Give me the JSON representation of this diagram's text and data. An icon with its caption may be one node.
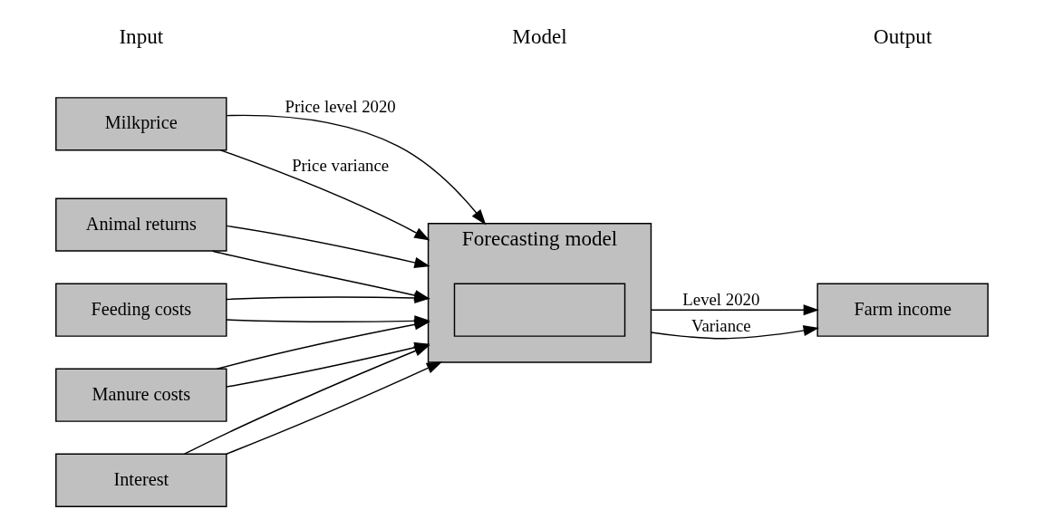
{
  "diagram": {
    "nodes": [
      {
        "text": [
          "Milkprice"
        ]
      },
      {
        "text": [
          "Animal returns"
        ]
      },
      {
        "text": [
          "Feeding costs"
        ]
      },
      {
        "text": [
          "Manure costs"
        ]
      },
      {
        "text": [
          "Interest"
        ]
      },
      {
        "text": [
          "Forecasting model"
        ]
      },
      {
        "text": [],
        "shape": "box",
        "in": 5
      },
      {
        "text": [
          "Farm income"
        ]
      }
    ],
    "edges": [
      {
        "from": 0,
        "to": 5,
        "arrow": "to",
        "label": "Price level 2020"
      },
      {
        "from": 1,
        "to": 5,
        "arrow": "to"
      },
      {
        "from": 2,
        "to": 5,
        "arrow": "to"
      },
      {
        "from": 3,
        "to": 5,
        "arrow": "to"
      },
      {
        "from": 4,
        "to": 5,
        "arrow": "to"
      },
      {
        "from": 0,
        "to": 5,
        "arrow": "to",
        "label": "Price variance"
      },
      {
        "from": 1,
        "to": 5,
        "arrow": "to"
      },
      {
        "from": 2,
        "to": 5,
        "arrow": "to"
      },
      {
        "from": 3,
        "to": 5,
        "arrow": "to"
      },
      {
        "from": 4,
        "to": 5,
        "arrow": "to"
      },
      {
        "from": 5,
        "to": 7,
        "arrow": "to",
        "label": "Level 2020"
      },
      {
        "from": 5,
        "to": 7,
        "arrow": "to",
        "label": "Variance"
      }
    ],
    "labels": [
      "Input",
      "Model",
      "Output"
    ]
  }
}
